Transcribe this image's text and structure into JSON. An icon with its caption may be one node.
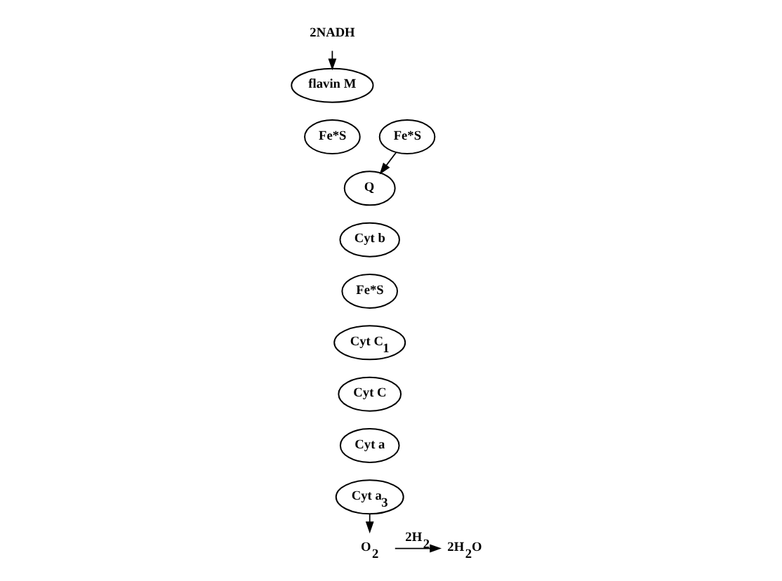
{
  "diagram": {
    "nodes": [
      {
        "text": [
          "2NADH"
        ]
      },
      {
        "text": [
          "Fe*S"
        ]
      },
      {
        "text": [
          "flavin M"
        ]
      },
      {
        "text": [
          "Fe*S"
        ]
      },
      {
        "text": [
          "Q"
        ]
      },
      {
        "text": [
          "Cyt b"
        ]
      },
      {
        "text": [
          "Fe*S"
        ]
      },
      {
        "text": [
          "Cyt C$_{1}$"
        ]
      },
      {
        "text": [
          "Cyt C"
        ]
      },
      {
        "text": [
          "Cyt a"
        ]
      },
      {
        "text": [
          "Cyt a$_{3}$"
        ]
      },
      {
        "text": [
          "O$_{2}$"
        ]
      },
      {
        "text": [
          "2H$_{2}$O"
        ]
      }
    ],
    "edges": [
      {
        "from": 0,
        "to": 2,
        "arrow": "to"
      },
      {
        "from": 1,
        "to": 4,
        "arrow": "to"
      },
      {
        "from": 10,
        "to": 11,
        "arrow": "to"
      },
      {
        "from": 11,
        "to": 12,
        "arrow": "to",
        "label": "2H$_{2}$"
      }
    ]
  }
}
